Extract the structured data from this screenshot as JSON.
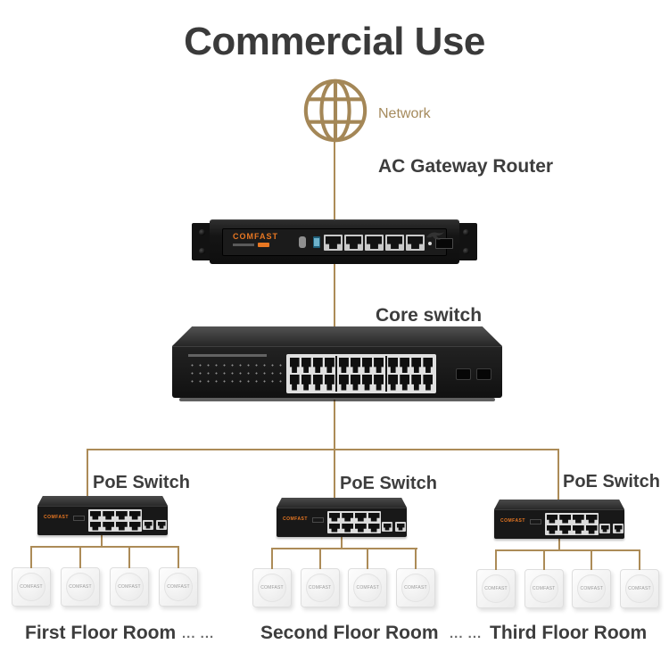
{
  "title": "Commercial Use",
  "brand": "COMFAST",
  "colors": {
    "connector_line": "#ac8b57",
    "gold_text": "#a58a5c",
    "heading_text": "#3d3d3d",
    "brand_orange": "#e87722"
  },
  "network": {
    "label": "Network"
  },
  "router": {
    "label": "AC Gateway Router",
    "port_count": "5"
  },
  "core_switch": {
    "label": "Core switch",
    "ports_per_group": "8",
    "sfp_count": "2"
  },
  "poe_switches": [
    {
      "label": "PoE Switch",
      "port_count": "8",
      "uplink_count": "2"
    },
    {
      "label": "PoE Switch",
      "port_count": "8",
      "uplink_count": "2"
    },
    {
      "label": "PoE Switch",
      "port_count": "8",
      "uplink_count": "2"
    }
  ],
  "access_points_per_switch": "4",
  "floor_row": {
    "first": "First Floor Room",
    "dots_after_first": "... ...",
    "second": "Second Floor Room",
    "dots_before_third": "... ...",
    "third": "Third Floor Room"
  }
}
